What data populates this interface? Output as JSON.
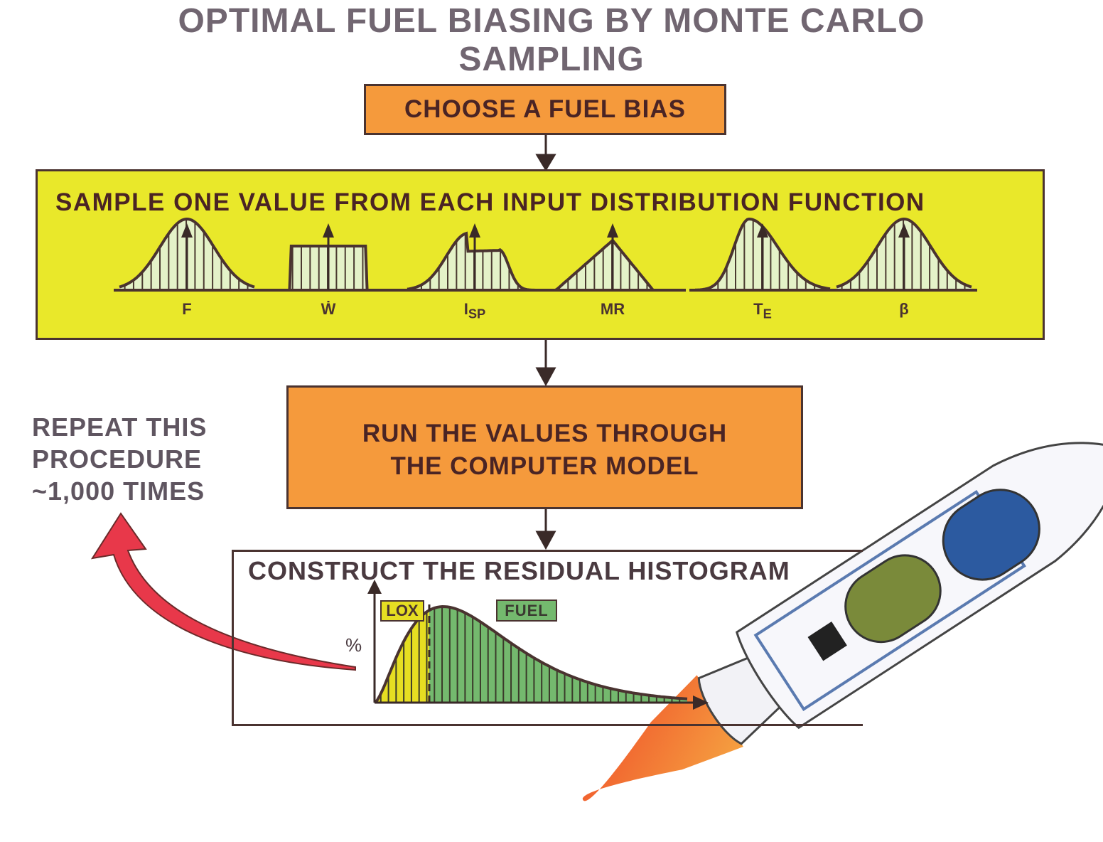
{
  "title": {
    "line1": "OPTIMAL FUEL BIASING BY MONTE CARLO",
    "line2": "SAMPLING"
  },
  "steps": {
    "choose": "CHOOSE A FUEL BIAS",
    "sample": "SAMPLE ONE VALUE FROM EACH INPUT DISTRIBUTION FUNCTION",
    "run_line1": "RUN THE VALUES THROUGH",
    "run_line2": "THE COMPUTER MODEL",
    "construct": "CONSTRUCT THE RESIDUAL HISTOGRAM"
  },
  "distributions": [
    {
      "label": "F",
      "sub": "",
      "shape": "normal"
    },
    {
      "label": "Ẇ",
      "sub": "",
      "shape": "uniform"
    },
    {
      "label": "I",
      "sub": "SP",
      "shape": "bimodal"
    },
    {
      "label": "MR",
      "sub": "",
      "shape": "triangular"
    },
    {
      "label": "T",
      "sub": "E",
      "shape": "skewed"
    },
    {
      "label": "β",
      "sub": "",
      "shape": "normal"
    }
  ],
  "histogram": {
    "y_label": "%",
    "lox_label": "LOX",
    "fuel_label": "FUEL"
  },
  "repeat": {
    "line1": "REPEAT THIS",
    "line2": "PROCEDURE",
    "line3": "~1,000 TIMES"
  },
  "colors": {
    "orange": "#f59a3c",
    "yellow": "#e9e82a",
    "green": "#74b96e",
    "lox": "#e6de22",
    "title": "#716671"
  }
}
